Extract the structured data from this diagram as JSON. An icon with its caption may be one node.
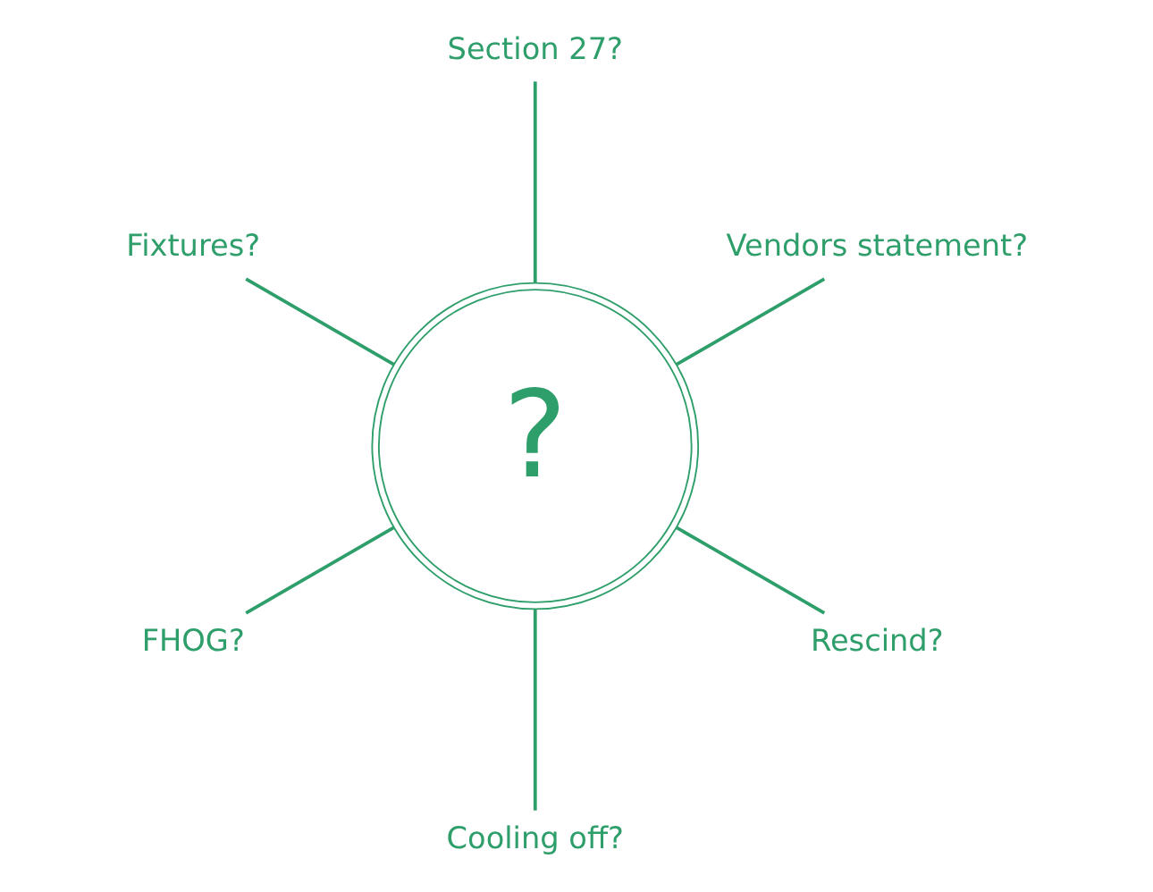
{
  "diagram": {
    "nodes": [
      {
        "text": [
          "?"
        ]
      },
      {
        "text": [
          "Vendors statement?"
        ]
      },
      {
        "text": [
          "Section 27?"
        ]
      },
      {
        "text": [
          "Fixtures?"
        ]
      },
      {
        "text": [
          "FHOG?"
        ]
      },
      {
        "text": [
          "Cooling off?"
        ]
      },
      {
        "text": [
          "Rescind?"
        ]
      }
    ],
    "edges": [
      {
        "from": 0,
        "to": 1,
        "arrow": "none"
      },
      {
        "from": 0,
        "to": 2,
        "arrow": "none"
      },
      {
        "from": 0,
        "to": 3,
        "arrow": "none"
      },
      {
        "from": 0,
        "to": 4,
        "arrow": "none"
      },
      {
        "from": 0,
        "to": 5,
        "arrow": "none"
      },
      {
        "from": 0,
        "to": 6,
        "arrow": "none"
      }
    ]
  }
}
